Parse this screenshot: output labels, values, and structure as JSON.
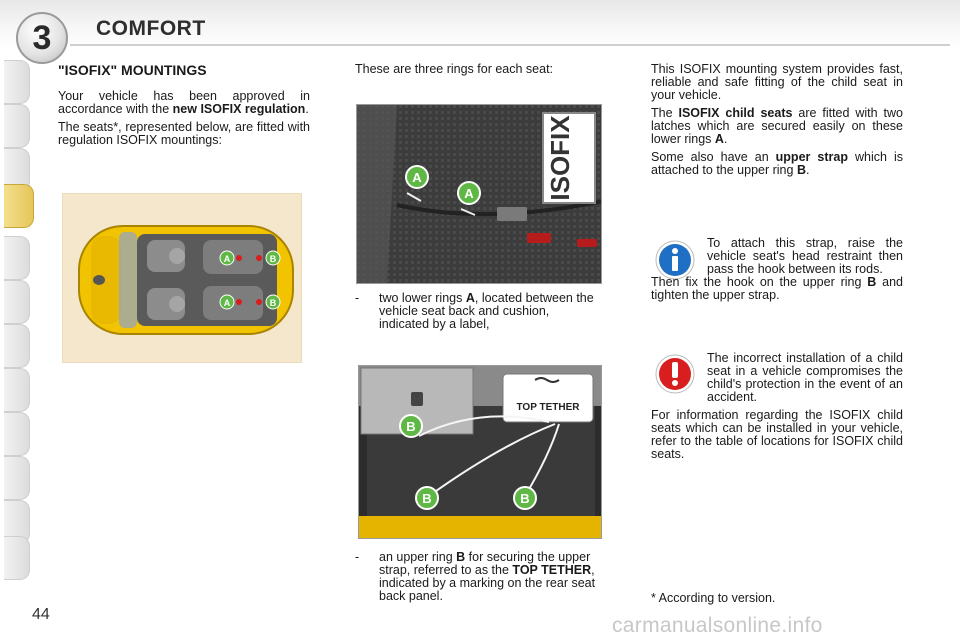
{
  "header": {
    "chapter_number": "3",
    "chapter_title": "COMFORT"
  },
  "page_number": "44",
  "watermark": "carmanualsonline.info",
  "left_column": {
    "section_title": "\"ISOFIX\" MOUNTINGS",
    "approval_prefix": "Your vehicle has been approved in accordance with the ",
    "approval_bold": "new ISOFIX regulation",
    "approval_suffix": ".",
    "seats_text": "The seats*, represented below, are fitted with regulation ISOFIX mountings:",
    "figure_labels": [
      "A",
      "B",
      "A",
      "B"
    ]
  },
  "middle_column": {
    "intro": "These are three rings for each seat:",
    "photo_a_label": "ISOFIX",
    "photo_a_markers": [
      "A",
      "A"
    ],
    "bullet_a_prefix": "two lower rings ",
    "bullet_a_bold": "A",
    "bullet_a_suffix": ", located between the vehicle seat back and cushion, indicated by a label,",
    "photo_b_tag": "TOP TETHER",
    "photo_b_markers": [
      "B",
      "B",
      "B"
    ],
    "bullet_b_prefix": "an upper ring ",
    "bullet_b_bold1": "B",
    "bullet_b_mid": " for securing the upper strap, referred to as the ",
    "bullet_b_bold2": "TOP TETHER",
    "bullet_b_suffix": ", indicated by a marking on the rear seat back panel.",
    "dash": "-"
  },
  "right_column": {
    "p1": "This ISOFIX mounting system provides fast, reliable and safe fitting of the child seat in your vehicle.",
    "p2_prefix": "The ",
    "p2_bold": "ISOFIX child seats",
    "p2_mid": " are fitted with two latches which are secured easily on these lower rings ",
    "p2_bold2": "A",
    "p2_suffix": ".",
    "p3_prefix": "Some also have an ",
    "p3_bold": "upper strap",
    "p3_mid": " which is attached to the upper ring ",
    "p3_bold2": "B",
    "p3_suffix": ".",
    "info_note_indented": "To attach this strap, raise the vehicle seat's head restraint then pass the hook between its rods.",
    "info_note_rest_prefix": "Then fix the hook on the upper ring ",
    "info_note_bold": "B",
    "info_note_rest_suffix": " and tighten the upper strap.",
    "warning_note": "The incorrect installation of a child seat in a vehicle compromises the child's protection in the event of an accident.",
    "reference_note": "For information regarding the ISOFIX child seats which can be installed in your vehicle, refer to the table of locations for ISOFIX child seats.",
    "footnote": "* According to version."
  },
  "colors": {
    "tab_active": "#e6c65a",
    "marker_green": "#5fb845",
    "info_blue": "#1f6fc4",
    "warning_red": "#d81e1e",
    "car_yellow": "#f2c300"
  }
}
